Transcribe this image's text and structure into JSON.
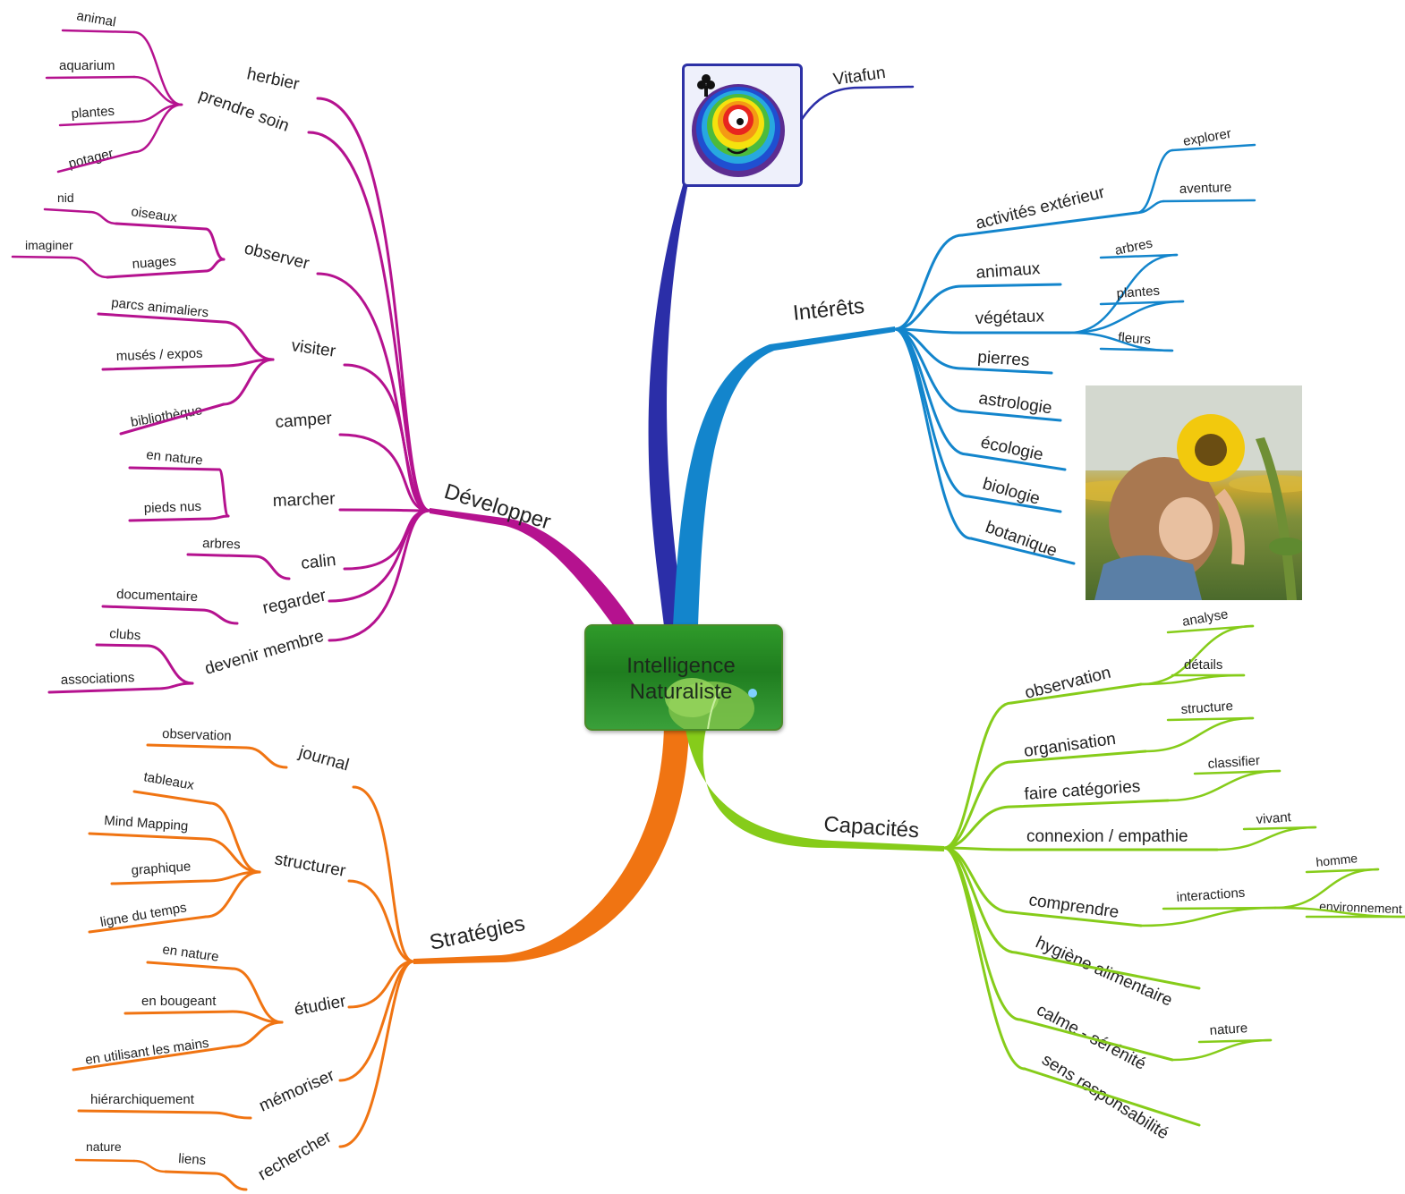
{
  "central": {
    "line1": "Intelligence",
    "line2": "Naturaliste"
  },
  "colors": {
    "developper": "#b5128f",
    "strategies": "#f07412",
    "interets": "#1385cc",
    "capacites": "#86cc1a",
    "vitafun": "#2b2ea8",
    "central_green": "#2a8f25"
  },
  "images": {
    "logo": "vitafun-rainbow-logo",
    "photo": "child-smelling-sunflower-photo"
  },
  "branches": {
    "vitafun": {
      "label": "Vitafun"
    },
    "developper": {
      "label": "Développer",
      "nodes": [
        {
          "label": "herbier"
        },
        {
          "label": "prendre soin",
          "children": [
            "animal",
            "aquarium",
            "plantes",
            "potager"
          ]
        },
        {
          "label": "observer",
          "children": [
            {
              "label": "oiseaux",
              "child": "nid"
            },
            {
              "label": "nuages",
              "child": "imaginer"
            }
          ]
        },
        {
          "label": "visiter",
          "children": [
            "parcs animaliers",
            "musés / expos",
            "bibliothèque"
          ]
        },
        {
          "label": "camper"
        },
        {
          "label": "marcher",
          "children": [
            "en nature",
            "pieds nus"
          ]
        },
        {
          "label": "calin",
          "children": [
            "arbres"
          ]
        },
        {
          "label": "regarder",
          "children": [
            "documentaire"
          ]
        },
        {
          "label": "devenir membre",
          "children": [
            "clubs",
            "associations"
          ]
        }
      ]
    },
    "strategies": {
      "label": "Stratégies",
      "nodes": [
        {
          "label": "journal",
          "children": [
            "observation"
          ]
        },
        {
          "label": "structurer",
          "children": [
            "tableaux",
            "Mind Mapping",
            "graphique",
            "ligne du temps"
          ]
        },
        {
          "label": "étudier",
          "children": [
            "en nature",
            "en bougeant",
            "en utilisant les mains"
          ]
        },
        {
          "label": "mémoriser",
          "children": [
            "hiérarchiquement"
          ]
        },
        {
          "label": "rechercher",
          "children": [
            {
              "label": "liens",
              "child": "nature"
            }
          ]
        }
      ]
    },
    "interets": {
      "label": "Intérêts",
      "nodes": [
        {
          "label": "activités extérieur",
          "children": [
            "explorer",
            "aventure"
          ]
        },
        {
          "label": "animaux"
        },
        {
          "label": "végétaux",
          "children": [
            "arbres",
            "plantes",
            "fleurs"
          ]
        },
        {
          "label": "pierres"
        },
        {
          "label": "astrologie"
        },
        {
          "label": "écologie"
        },
        {
          "label": "biologie"
        },
        {
          "label": "botanique"
        }
      ]
    },
    "capacites": {
      "label": "Capacités",
      "nodes": [
        {
          "label": "observation",
          "children": [
            "analyse",
            "détails"
          ]
        },
        {
          "label": "organisation",
          "children": [
            "structure"
          ]
        },
        {
          "label": "faire catégories",
          "children": [
            "classifier"
          ]
        },
        {
          "label": "connexion / empathie",
          "children": [
            "vivant"
          ]
        },
        {
          "label": "comprendre",
          "children": [
            {
              "label": "interactions",
              "children": [
                "homme",
                "environnement"
              ]
            }
          ]
        },
        {
          "label": "hygiène alimentaire"
        },
        {
          "label": "calme - sérénité",
          "children": [
            "nature"
          ]
        },
        {
          "label": "sens responsabilité"
        }
      ]
    }
  }
}
